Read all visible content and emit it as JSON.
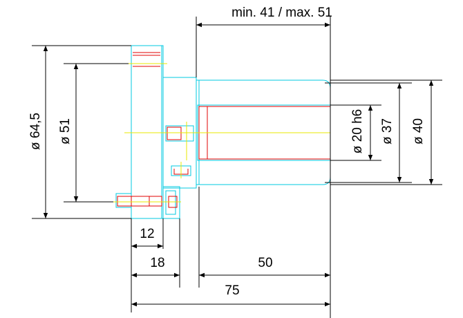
{
  "dimensions": {
    "top_range": "min. 41 / max. 51",
    "flange_outer_diameter": "ø 64,5",
    "bolt_circle_diameter": "ø 51",
    "shaft_diameter": "ø 20 h6",
    "body_inner_diameter": "ø 37",
    "body_outer_diameter": "ø 40",
    "flange_thickness": "12",
    "flange_to_shaft_start": "18",
    "body_length": "50",
    "overall_length": "75"
  },
  "colors": {
    "outline": "#00c8e0",
    "section_lines": "#e00000",
    "center_lines": "#e8e800",
    "dimension_lines": "#000000"
  }
}
